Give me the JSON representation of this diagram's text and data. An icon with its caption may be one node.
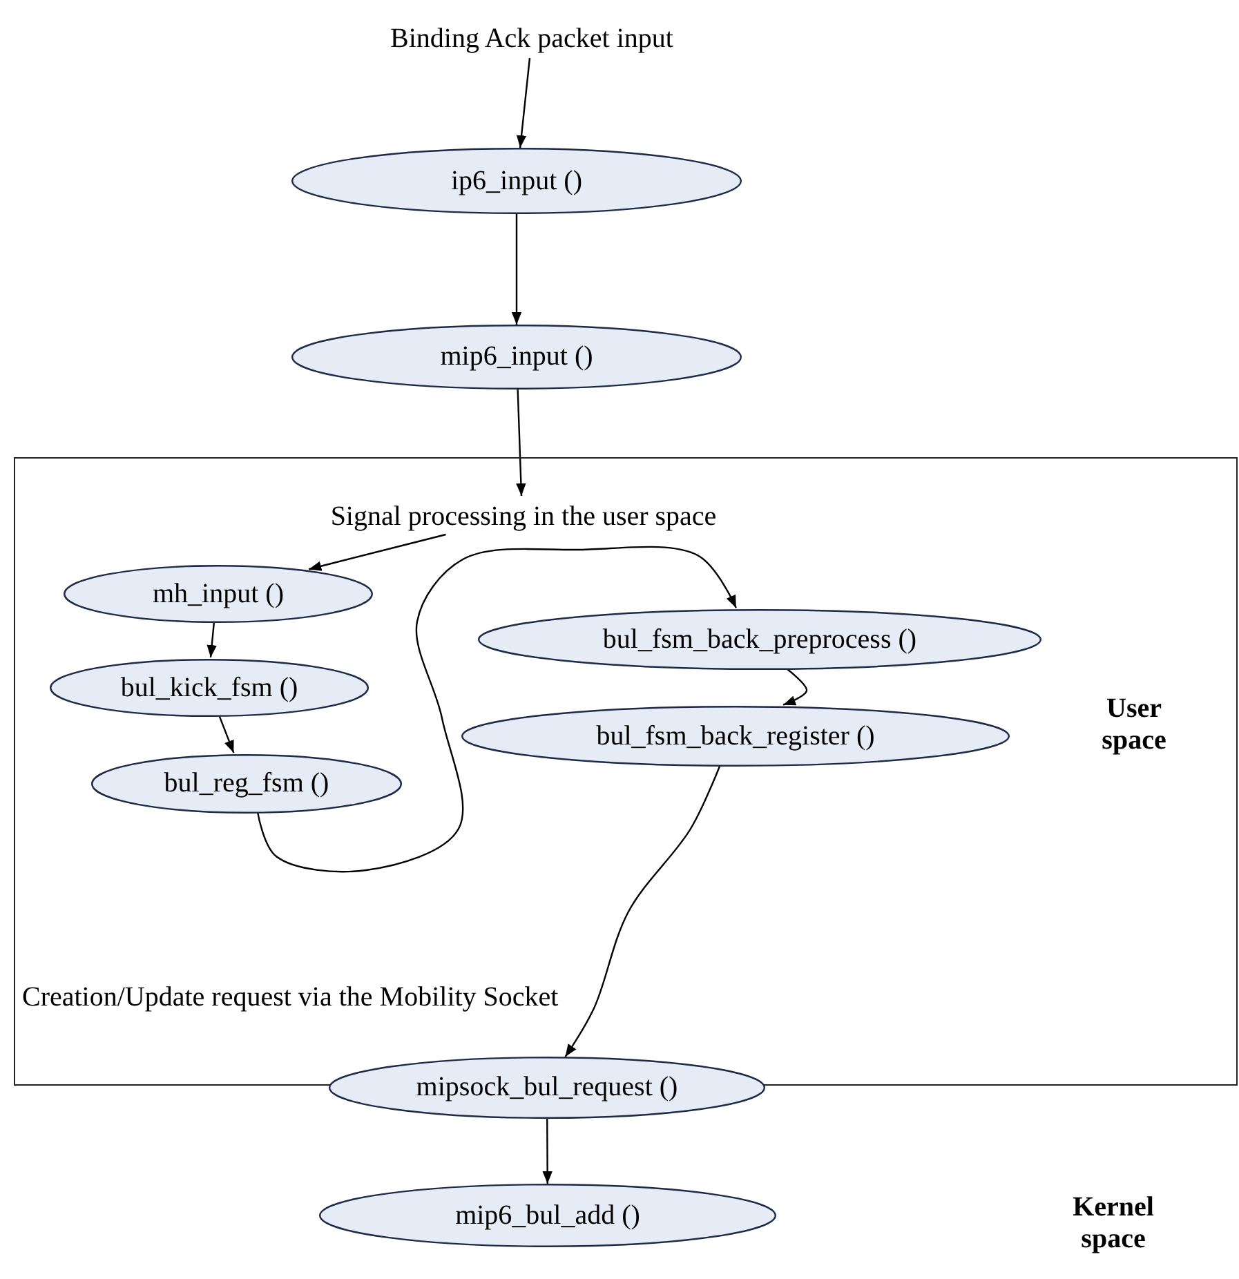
{
  "diagram": {
    "nodes": [
      {
        "text": [
          "Binding Ack packet input"
        ]
      },
      {
        "text": [
          "ip6_input ()"
        ]
      },
      {
        "text": [
          "mip6_input ()"
        ]
      },
      {
        "text": [
          "User space"
        ]
      },
      {
        "text": [
          "Signal processing in the user space"
        ],
        "in": 3
      },
      {
        "text": [
          "mh_input ()"
        ],
        "in": 3
      },
      {
        "text": [
          "bul_kick_fsm ()"
        ],
        "in": 3
      },
      {
        "text": [
          "bul_reg_fsm ()"
        ],
        "in": 3
      },
      {
        "text": [
          "bul_fsm_back_preprocess ()"
        ],
        "in": 3
      },
      {
        "text": [
          "bul_fsm_back_register ()"
        ],
        "in": 3
      },
      {
        "text": [
          "mipsock_bul_request ()"
        ]
      },
      {
        "text": [
          "mip6_bul_add ()"
        ]
      }
    ],
    "edges": [
      {
        "from": 0,
        "to": 1,
        "arrow": "to"
      },
      {
        "from": 1,
        "to": 2,
        "arrow": "to"
      },
      {
        "from": 2,
        "to": 4,
        "arrow": "to"
      },
      {
        "from": 4,
        "to": 5,
        "arrow": "to"
      },
      {
        "from": 5,
        "to": 6,
        "arrow": "to"
      },
      {
        "from": 6,
        "to": 7,
        "arrow": "to"
      },
      {
        "from": 7,
        "to": 8,
        "arrow": "to"
      },
      {
        "from": 8,
        "to": 9,
        "arrow": "to"
      },
      {
        "from": 9,
        "to": 10,
        "arrow": "to"
      },
      {
        "from": 10,
        "to": 11,
        "arrow": "to"
      }
    ],
    "labels": [
      "Creation/Update request via the Mobility Socket",
      "Kernel space"
    ]
  }
}
